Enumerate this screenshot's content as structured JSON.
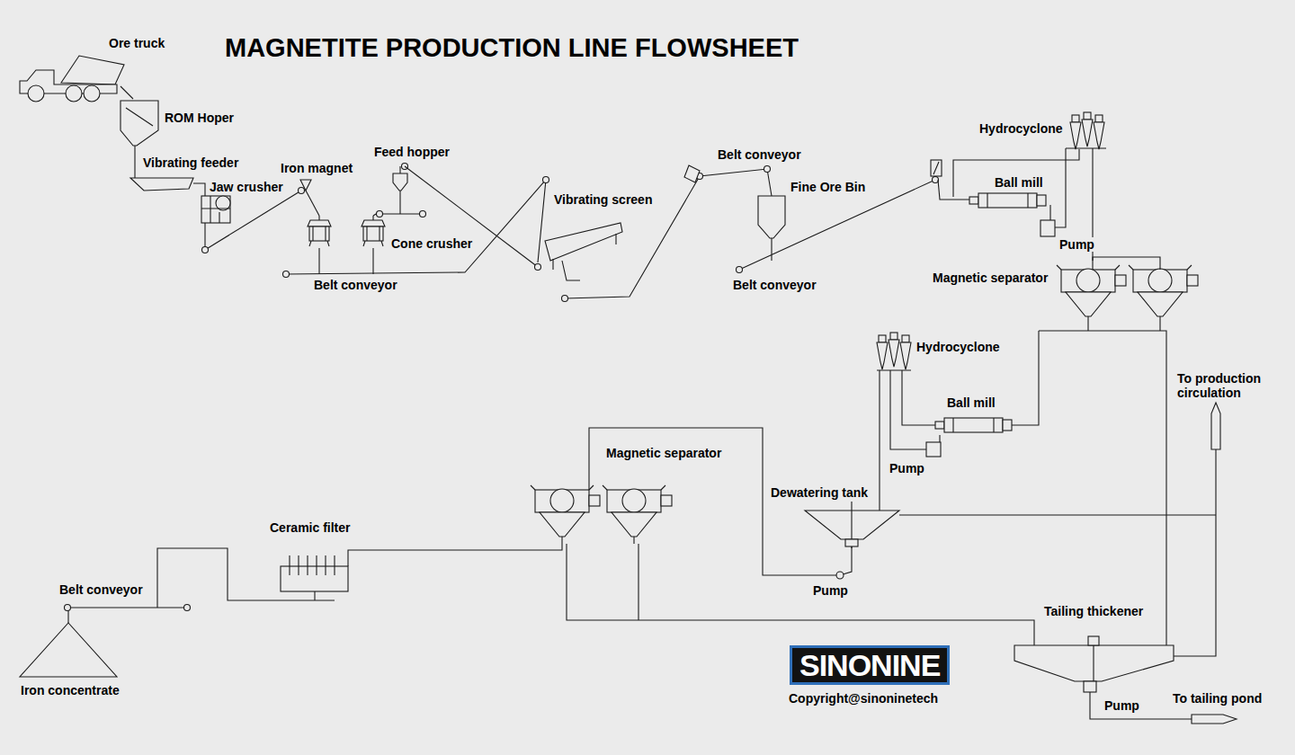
{
  "diagram": {
    "title": "MAGNETITE PRODUCTION LINE FLOWSHEET",
    "labels": [
      "Ore truck",
      "ROM Hoper",
      "Vibrating feeder",
      "Jaw crusher",
      "Iron magnet",
      "Feed hopper",
      "Cone crusher",
      "Belt conveyor",
      "Vibrating screen",
      "Belt conveyor",
      "Fine Ore Bin",
      "Belt conveyor",
      "Hydrocyclone",
      "Ball mill",
      "Pump",
      "Magnetic separator",
      "Hydrocyclone",
      "To production circulation",
      "Ball mill",
      "Pump",
      "Magnetic separator",
      "Dewatering tank",
      "Ceramic filter",
      "Belt conveyor",
      "Pump",
      "Tailing thickener",
      "Iron concentrate",
      "To tailing pond",
      "Pump",
      "SINONINE",
      "Copyright@sinoninetech"
    ]
  }
}
